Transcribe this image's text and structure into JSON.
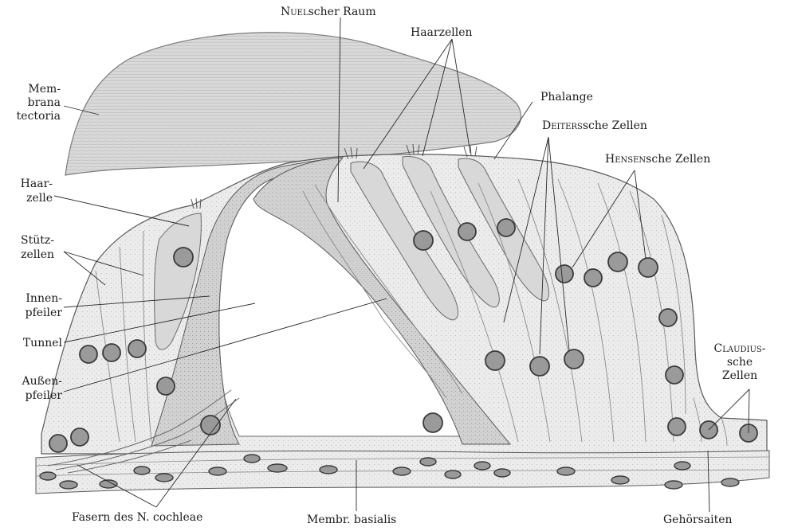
{
  "labels": {
    "nuel": {
      "name": "Nuel",
      "suffix": "scher Raum"
    },
    "haarzellen": "Haarzellen",
    "membrana_tectoria": [
      "Mem-",
      "brana",
      "tectoria"
    ],
    "phalange": "Phalange",
    "deiters": {
      "name": "Deiters",
      "suffix": "sche Zellen"
    },
    "hensen": {
      "name": "Hensen",
      "suffix": "sche Zellen"
    },
    "haarzelle": [
      "Haar-",
      "zelle"
    ],
    "stuetzzellen": [
      "Stütz-",
      "zellen"
    ],
    "innenpfeiler": [
      "Innen-",
      "pfeiler"
    ],
    "tunnel": "Tunnel",
    "aussenpfeiler": [
      "Außen-",
      "pfeiler"
    ],
    "claudius": {
      "name": "Claudius-",
      "line2": "sche",
      "line3": "Zellen"
    },
    "fasern": "Fasern des N. cochleae",
    "membr_basialis": "Membr. basialis",
    "gehoersaiten": "Gehörsaiten"
  },
  "colors": {
    "background": "#ffffff",
    "tissue_light": "#e9e9e9",
    "tissue_mid": "#d4d4d4",
    "tissue_dark": "#8f8f8f",
    "nucleus": "#9a9a9a",
    "outline": "#4a4a4a",
    "text": "#1a1a1a"
  }
}
